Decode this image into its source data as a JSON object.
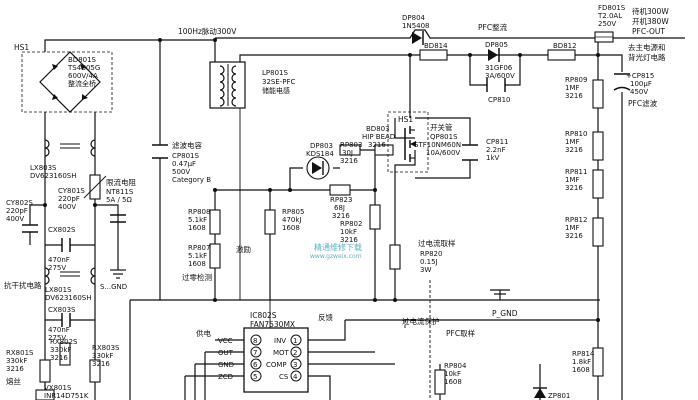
{
  "labels": {
    "hs1_left": "HS1",
    "bd801": [
      "BD801S",
      "TS4B05G",
      "600V/4A",
      "整流全桥"
    ],
    "drive_100hz": "100Hz脉动300V",
    "lp801": [
      "LP801S",
      "32SE-PFC",
      "储能电感"
    ],
    "dp804": [
      "DP804",
      "1N5408"
    ],
    "bd814": "BD814",
    "pfc_rect": "PFC整流",
    "dp805": [
      "DP805",
      "31GF06",
      "3A/600V"
    ],
    "cp810": "CP810",
    "bd812": "BD812",
    "fd801": [
      "FD801S",
      "T2.0AL",
      "250V"
    ],
    "standby": [
      "待机300W",
      "开机380W"
    ],
    "pfc_out": "PFC-OUT",
    "to_main": [
      "去主电源和",
      "背光灯电路"
    ],
    "rp809": [
      "RP809",
      "1MF",
      "3216"
    ],
    "cp815": [
      "+CP815",
      "100μF",
      "450V"
    ],
    "pfc_filter": "PFC滤波",
    "rp810": [
      "RP810",
      "1MF",
      "3216"
    ],
    "rp811": [
      "RP811",
      "1MF",
      "3216"
    ],
    "rp812": [
      "RP812",
      "1MF",
      "3216"
    ],
    "cp801_title": "滤波电容",
    "cp801": [
      "CP801S",
      "0.47μF",
      "500V",
      "Category B"
    ],
    "lx803": [
      "LX803S",
      "DV623160SH"
    ],
    "cy801": [
      "CY801S",
      "220pF",
      "400V"
    ],
    "limit_res": "限流电阻",
    "nt811": [
      "NT811S",
      "5A / 5Ω"
    ],
    "cy802": [
      "CY802S",
      "220pF",
      "400V"
    ],
    "cx802": [
      "CX802S",
      "470nF",
      "275V"
    ],
    "s_gnd": "S...GND",
    "anti_interf": "抗干扰电路",
    "lx801": [
      "LX801S",
      "DV623160SH"
    ],
    "cx803": [
      "CX803S",
      "470nF",
      "275V"
    ],
    "rx802": [
      "RX802S",
      "330kF",
      "3216"
    ],
    "rx801": [
      "RX801S",
      "330kF",
      "3216"
    ],
    "rx803": [
      "RX803S",
      "330kF",
      "3216"
    ],
    "fuse": "熔丝",
    "vx801": [
      "VX801S",
      "INR14D751K"
    ],
    "dp803": [
      "DP803",
      "KDS184"
    ],
    "rp803": [
      "RP803",
      "30J",
      "3216"
    ],
    "bd803": [
      "BD803",
      "HIP BEAD",
      "3216"
    ],
    "hs1_mid": "HS1",
    "switch_tube": "开关管",
    "qp801": [
      "QP801S",
      "STF10NM60N",
      "10A/600V"
    ],
    "cp811": [
      "CP811",
      "2.2nF",
      "1kV"
    ],
    "rp823": [
      "RP823",
      "68J",
      "3216"
    ],
    "rp808": [
      "RP808",
      "5.1kF",
      "1608"
    ],
    "rp805": [
      "RP805",
      "470kJ",
      "1608"
    ],
    "excite": "激励",
    "rp807": [
      "RP807",
      "5.1kF",
      "1608"
    ],
    "zero_detect": "过零检测",
    "rp802": [
      "RP802",
      "10kF",
      "3216"
    ],
    "oc_sample": "过电流取样",
    "rp820": [
      "RP820",
      "0.15J",
      "3W"
    ],
    "watermark": [
      "精通维修下载",
      "www.gzweix.com"
    ],
    "p_gnd": "P_GND",
    "ic_name": [
      "IC802S",
      "FAN7530MX"
    ],
    "feedback": "反馈",
    "power_supply": "供电",
    "oc_protect": "过电流保护",
    "pfc_sample": "PFC取样",
    "rp804": [
      "RP804",
      "10kF",
      "1608"
    ],
    "rp814": [
      "RP814",
      "1.8kF",
      "1608"
    ],
    "zp801": "ZP801"
  },
  "ic_pins": [
    {
      "num": "8",
      "name": "VCC"
    },
    {
      "num": "7",
      "name": "OUT"
    },
    {
      "num": "6",
      "name": "GND"
    },
    {
      "num": "5",
      "name": "ZCD"
    },
    {
      "num": "1",
      "name": "INV"
    },
    {
      "num": "2",
      "name": "MOT"
    },
    {
      "num": "3",
      "name": "COMP"
    },
    {
      "num": "4",
      "name": "CS"
    }
  ]
}
